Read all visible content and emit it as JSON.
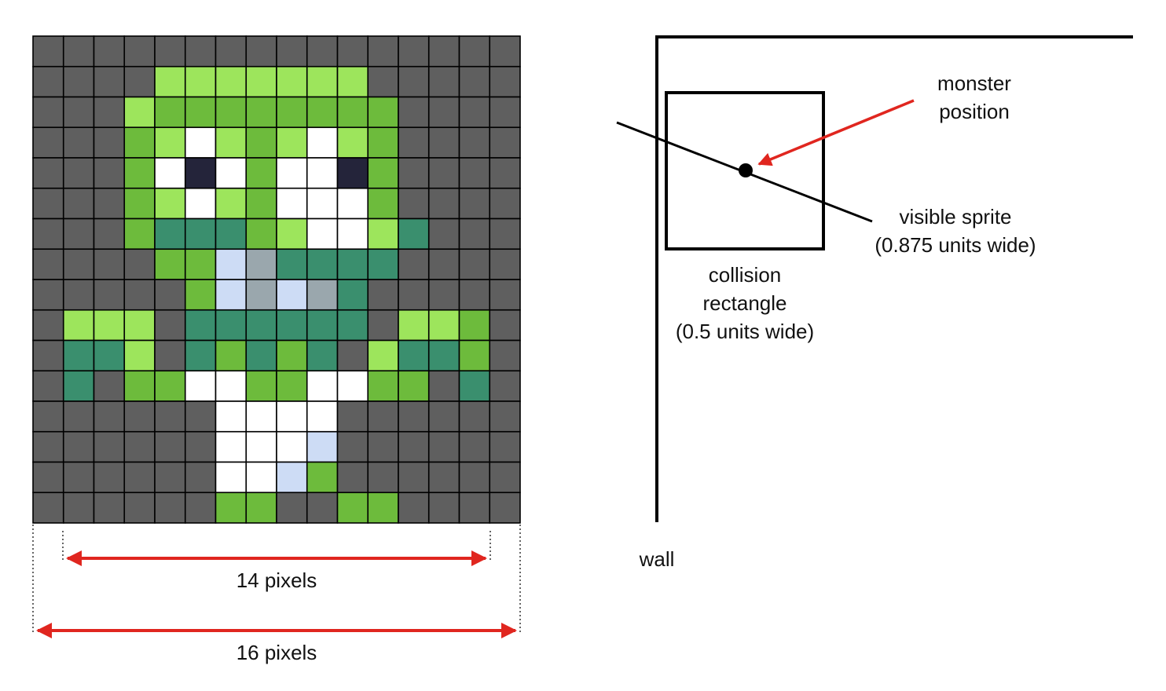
{
  "sprite": {
    "columns": 16,
    "rows": 16,
    "palette": {
      "0": "#5f5f5f",
      "1": "#9de55c",
      "2": "#6dbb3c",
      "3": "#ffffff",
      "4": "#24243a",
      "5": "#3a8f6e",
      "6": "#cddcf5",
      "7": "#9aa7ad"
    },
    "pixel_rows": [
      "0000000000000000",
      "0000111111100000",
      "0001222222220000",
      "0002131213120000",
      "0002343233420000",
      "0002131233320000",
      "0002555213315000",
      "0000226755550000",
      "0000026767500000",
      "0111055555501120",
      "0551052525015520",
      "0502233223322050",
      "0000003333000000",
      "0000003336000000",
      "0000003362000000",
      "0000002200220000"
    ],
    "grid_line_color": "#000000"
  },
  "labels": {
    "inner_width": "14 pixels",
    "outer_width": "16 pixels",
    "monster_position": [
      "monster",
      "position"
    ],
    "visible_sprite": [
      "visible sprite",
      "(0.875 units wide)"
    ],
    "collision_rectangle": [
      "collision",
      "rectangle",
      "(0.5 units wide)"
    ],
    "wall": "wall"
  },
  "colors": {
    "arrow": "#e0261f",
    "line": "#000000"
  }
}
